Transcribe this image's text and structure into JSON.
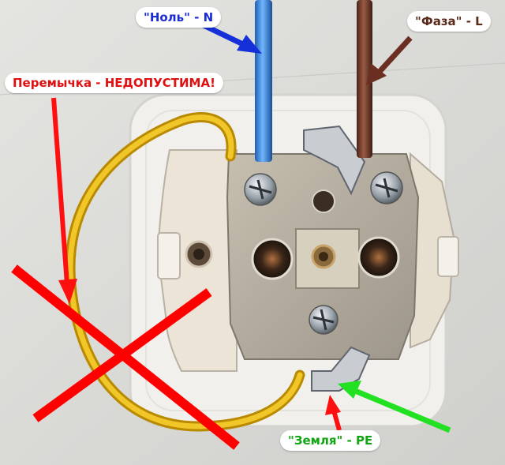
{
  "labels": {
    "neutral": "\"Ноль\" - N",
    "phase": "\"Фаза\" - L",
    "jumper": "Перемычка - НЕДОПУСТИМА!",
    "earth": "\"Земля\" - PE"
  },
  "colors": {
    "neutral_text": "#1a2bd6",
    "phase_text": "#5a2a1a",
    "jumper_text": "#e01010",
    "earth_text": "#11a611",
    "blue_wire": "#3d8fe0",
    "brown_wire": "#6b3a2a",
    "yellow_wire": "#e6b800",
    "cross": "#ff0000",
    "arrow_blue": "#1530d8",
    "arrow_brown": "#6b2f22",
    "arrow_red": "#ff1010",
    "arrow_green": "#22e022"
  },
  "icons": {
    "cross": "prohibited-cross-icon"
  }
}
